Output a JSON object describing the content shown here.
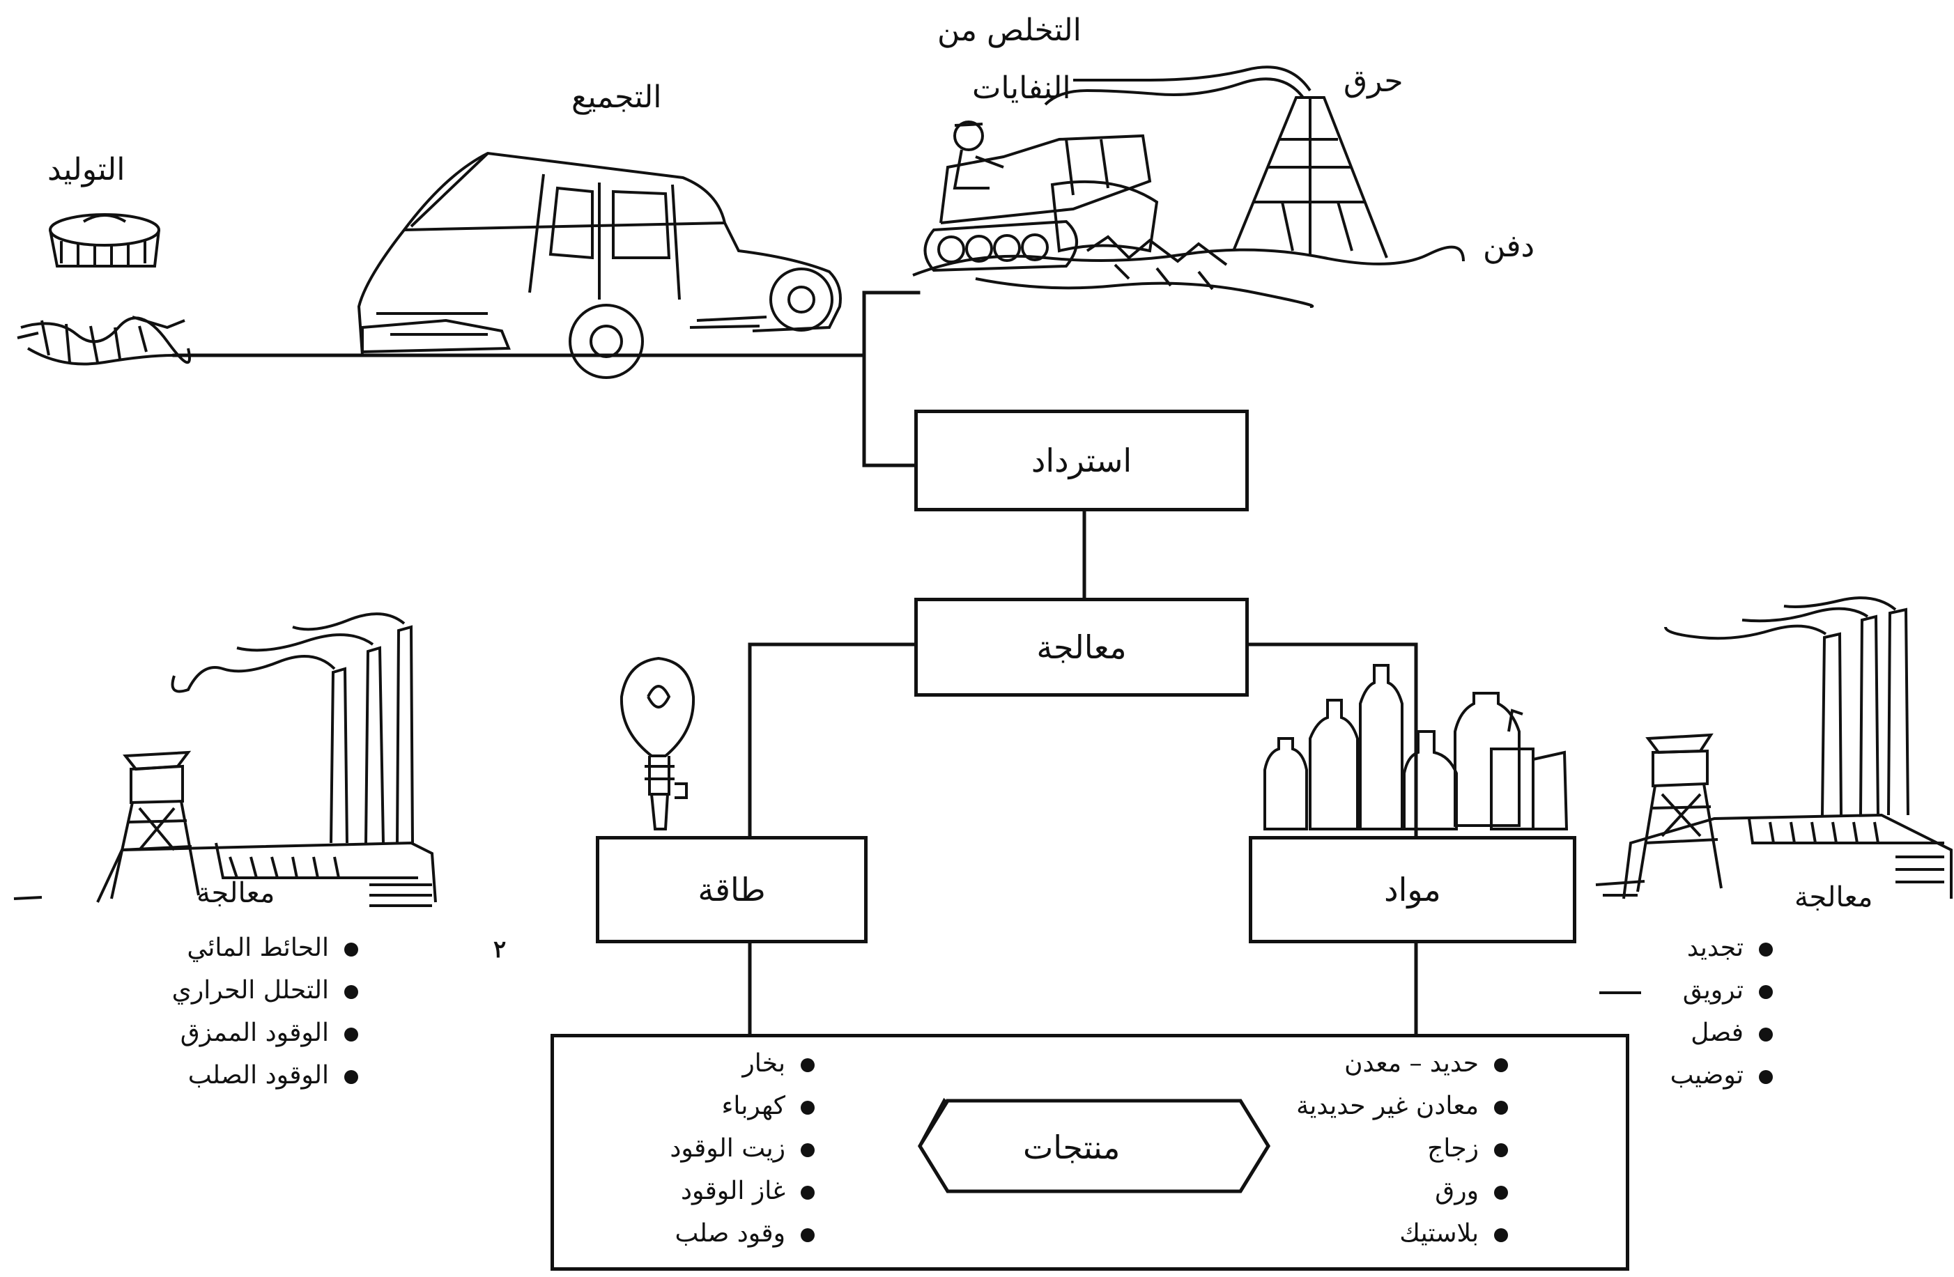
{
  "stages": {
    "generation": "التوليد",
    "collection": "التجميع",
    "disposal_line1": "التخلص من",
    "disposal_line2": "النفايات",
    "incineration": "حرق",
    "landfill": "دفن"
  },
  "boxes": {
    "recovery": "استرداد",
    "processing": "معالجة",
    "energy": "طاقة",
    "materials": "مواد",
    "products": "منتجات"
  },
  "left_processing": {
    "label": "معالجة",
    "items": [
      "الحائط المائي",
      "التحلل الحراري",
      "الوقود الممزق",
      "الوقود الصلب"
    ]
  },
  "right_processing": {
    "label": "معالجة",
    "items": [
      "تجديد",
      "ترويق",
      "فصل",
      "توضيب"
    ]
  },
  "energy_products": [
    "بخار",
    "كهرباء",
    "زيت الوقود",
    "غاز الوقود",
    "وقود صلب"
  ],
  "material_products": [
    "حديد – معدن",
    "معادن غير حديدية",
    "زجاج",
    "ورق",
    "بلاستيك"
  ],
  "stray_mark": "٢"
}
